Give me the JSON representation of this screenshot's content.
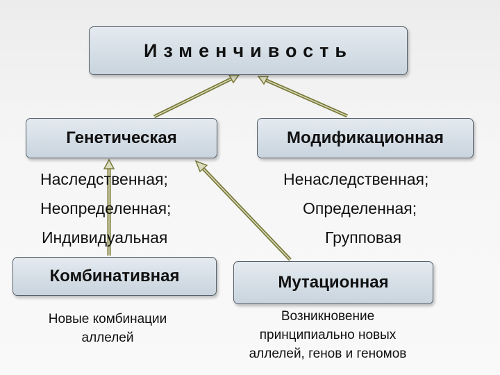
{
  "title": "Изменчивость",
  "genetic": {
    "label": "Генетическая",
    "props": [
      "Наследственная;",
      "Неопределенная;",
      "Индивидуальная"
    ]
  },
  "modification": {
    "label": "Модификационная",
    "props": [
      "Ненаследственная;",
      "Определенная;",
      "Групповая"
    ]
  },
  "combinative": {
    "label": "Комбинативная",
    "desc": [
      "Новые комбинации",
      "аллелей"
    ]
  },
  "mutational": {
    "label": "Мутационная",
    "desc": [
      "Возникновение",
      "принципиально новых",
      "аллелей, генов и геномов"
    ]
  },
  "colors": {
    "arrow": "#7a7a3a",
    "box_border": "#56606a"
  }
}
